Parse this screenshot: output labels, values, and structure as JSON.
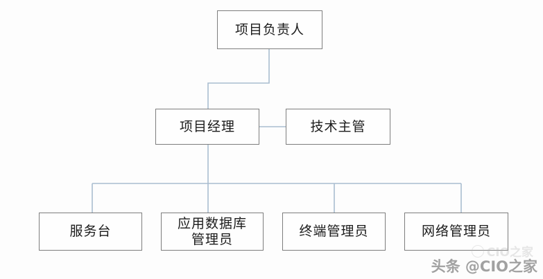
{
  "chart_data": {
    "type": "diagram",
    "diagram_kind": "organizational-chart",
    "title": "",
    "orientation": "top-down",
    "colors": {
      "background": "#fdfdfd",
      "node_fill": "#fefefe",
      "node_border": "#7d7d7d",
      "connector": "#aabdd0",
      "text": "#1b1b1b",
      "watermark": "#9a9a9a"
    },
    "levels": [
      {
        "level": 1,
        "nodes": [
          "项目负责人"
        ]
      },
      {
        "level": 2,
        "nodes": [
          "项目经理",
          "技术主管"
        ]
      },
      {
        "level": 3,
        "nodes": [
          "服务台",
          "应用数据库\n管理员",
          "终端管理员",
          "网络管理员"
        ]
      }
    ],
    "edges": [
      {
        "from": "项目负责人",
        "to": "项目经理",
        "style": "elbow"
      },
      {
        "from": "项目经理",
        "to": "技术主管",
        "style": "horizontal"
      },
      {
        "from": "项目经理",
        "to": "服务台",
        "style": "bus"
      },
      {
        "from": "项目经理",
        "to": "应用数据库管理员",
        "style": "bus"
      },
      {
        "from": "项目经理",
        "to": "终端管理员",
        "style": "bus"
      },
      {
        "from": "项目经理",
        "to": "网络管理员",
        "style": "bus"
      }
    ]
  },
  "nodes": {
    "top": {
      "label": "项目负责人"
    },
    "project_manager": {
      "label": "项目经理"
    },
    "technical_director": {
      "label": "技术主管"
    },
    "level3": [
      {
        "label": "服务台"
      },
      {
        "label": "应用数据库\n管理员"
      },
      {
        "label": "终端管理员"
      },
      {
        "label": "网络管理员"
      }
    ]
  },
  "watermark": {
    "text": "头条 @CIO之家",
    "ghost_text": "CIO之家"
  }
}
